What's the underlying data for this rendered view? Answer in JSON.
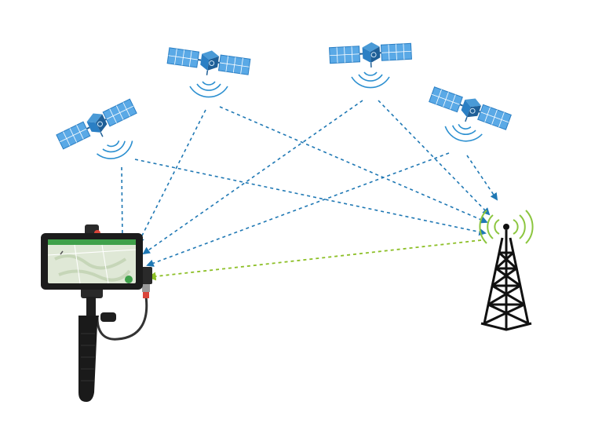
{
  "colors": {
    "satellite_body": "#2b7fc4",
    "satellite_body_dark": "#1f5f97",
    "solar_panel": "#5aa9e6",
    "solar_panel_grid": "#ffffff",
    "signal_wave_blue": "#2b8fd0",
    "signal_wave_green": "#8cc63f",
    "satellite_link": "#1f78b4",
    "correction_link": "#8cbf26",
    "tower": "#111111",
    "phone_screen_map": "#dfe8d6",
    "phone_screen_bar": "#3fa14a",
    "grip": "#1a1a1a"
  },
  "icons": {
    "satellite": "satellite-icon",
    "signal": "signal-waves-icon",
    "tower": "radio-tower-icon",
    "receiver": "handheld-gnss-receiver-icon"
  },
  "diagram": {
    "satellite_count": 4,
    "links": [
      {
        "from": "satellite-1",
        "to": "receiver",
        "style": "dashed"
      },
      {
        "from": "satellite-1",
        "to": "base-station",
        "style": "dashed"
      },
      {
        "from": "satellite-2",
        "to": "receiver",
        "style": "dashed"
      },
      {
        "from": "satellite-2",
        "to": "base-station",
        "style": "dashed"
      },
      {
        "from": "satellite-3",
        "to": "receiver",
        "style": "dashed"
      },
      {
        "from": "satellite-3",
        "to": "base-station",
        "style": "dashed"
      },
      {
        "from": "satellite-4",
        "to": "receiver",
        "style": "dashed"
      },
      {
        "from": "satellite-4",
        "to": "base-station",
        "style": "dashed"
      },
      {
        "from": "base-station",
        "to": "receiver",
        "style": "dashed"
      }
    ]
  }
}
